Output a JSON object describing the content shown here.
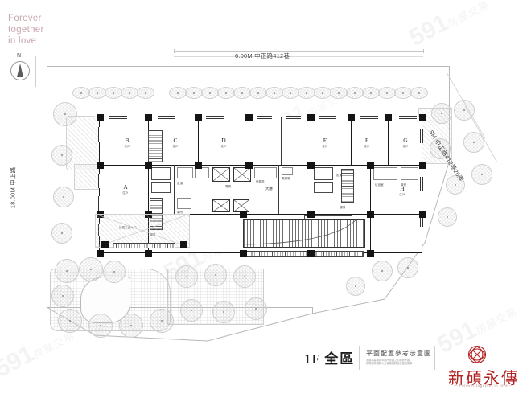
{
  "tagline": "Forever\ntogether\nin love",
  "compass": {
    "label": "N",
    "icon": "north-arrow-icon"
  },
  "roads": {
    "top": "6.00M 中正路412巷",
    "left": "18.00M 中正路",
    "right": "8M 中正路412巷20弄"
  },
  "units": [
    {
      "letter": "A",
      "sub": "住戶"
    },
    {
      "letter": "B",
      "sub": "住戶"
    },
    {
      "letter": "C",
      "sub": "住戶"
    },
    {
      "letter": "D",
      "sub": "住戶"
    },
    {
      "letter": "E",
      "sub": "住戶"
    },
    {
      "letter": "F",
      "sub": "住戶"
    },
    {
      "letter": "G",
      "sub": "住戶"
    },
    {
      "letter": "H",
      "sub": "住戶"
    }
  ],
  "rooms": {
    "lobby": "大廳",
    "mail": "信箱區",
    "manager": "管理室",
    "corridor": "走道",
    "elevator": "電梯",
    "stairs": "樓梯",
    "trash": "垃圾室",
    "machine": "機房",
    "entrance": "社區主出入口",
    "ramp": "車道",
    "bike": "機車停車",
    "meter": "電錶箱",
    "toilet": "廁所"
  },
  "footer": {
    "floor_label": "1F",
    "area_label": "全區",
    "caption": "平面配置參考示意圖",
    "note": "本圖為建築師事務所繪製之平面參考圖\n實際建築規劃以主管機關核准之圖說為準"
  },
  "brand": {
    "name": "新碩永傳",
    "tagline": "— Forever together in love —",
    "mark": "knot-logo-icon",
    "color": "#b22222"
  },
  "watermark": {
    "site": "591",
    "suffix": "房屋交易"
  },
  "colors": {
    "tagline": "#c9a8ae",
    "brand_red": "#b22222",
    "ink": "#1a1a1a",
    "line": "#b8b8b8"
  }
}
